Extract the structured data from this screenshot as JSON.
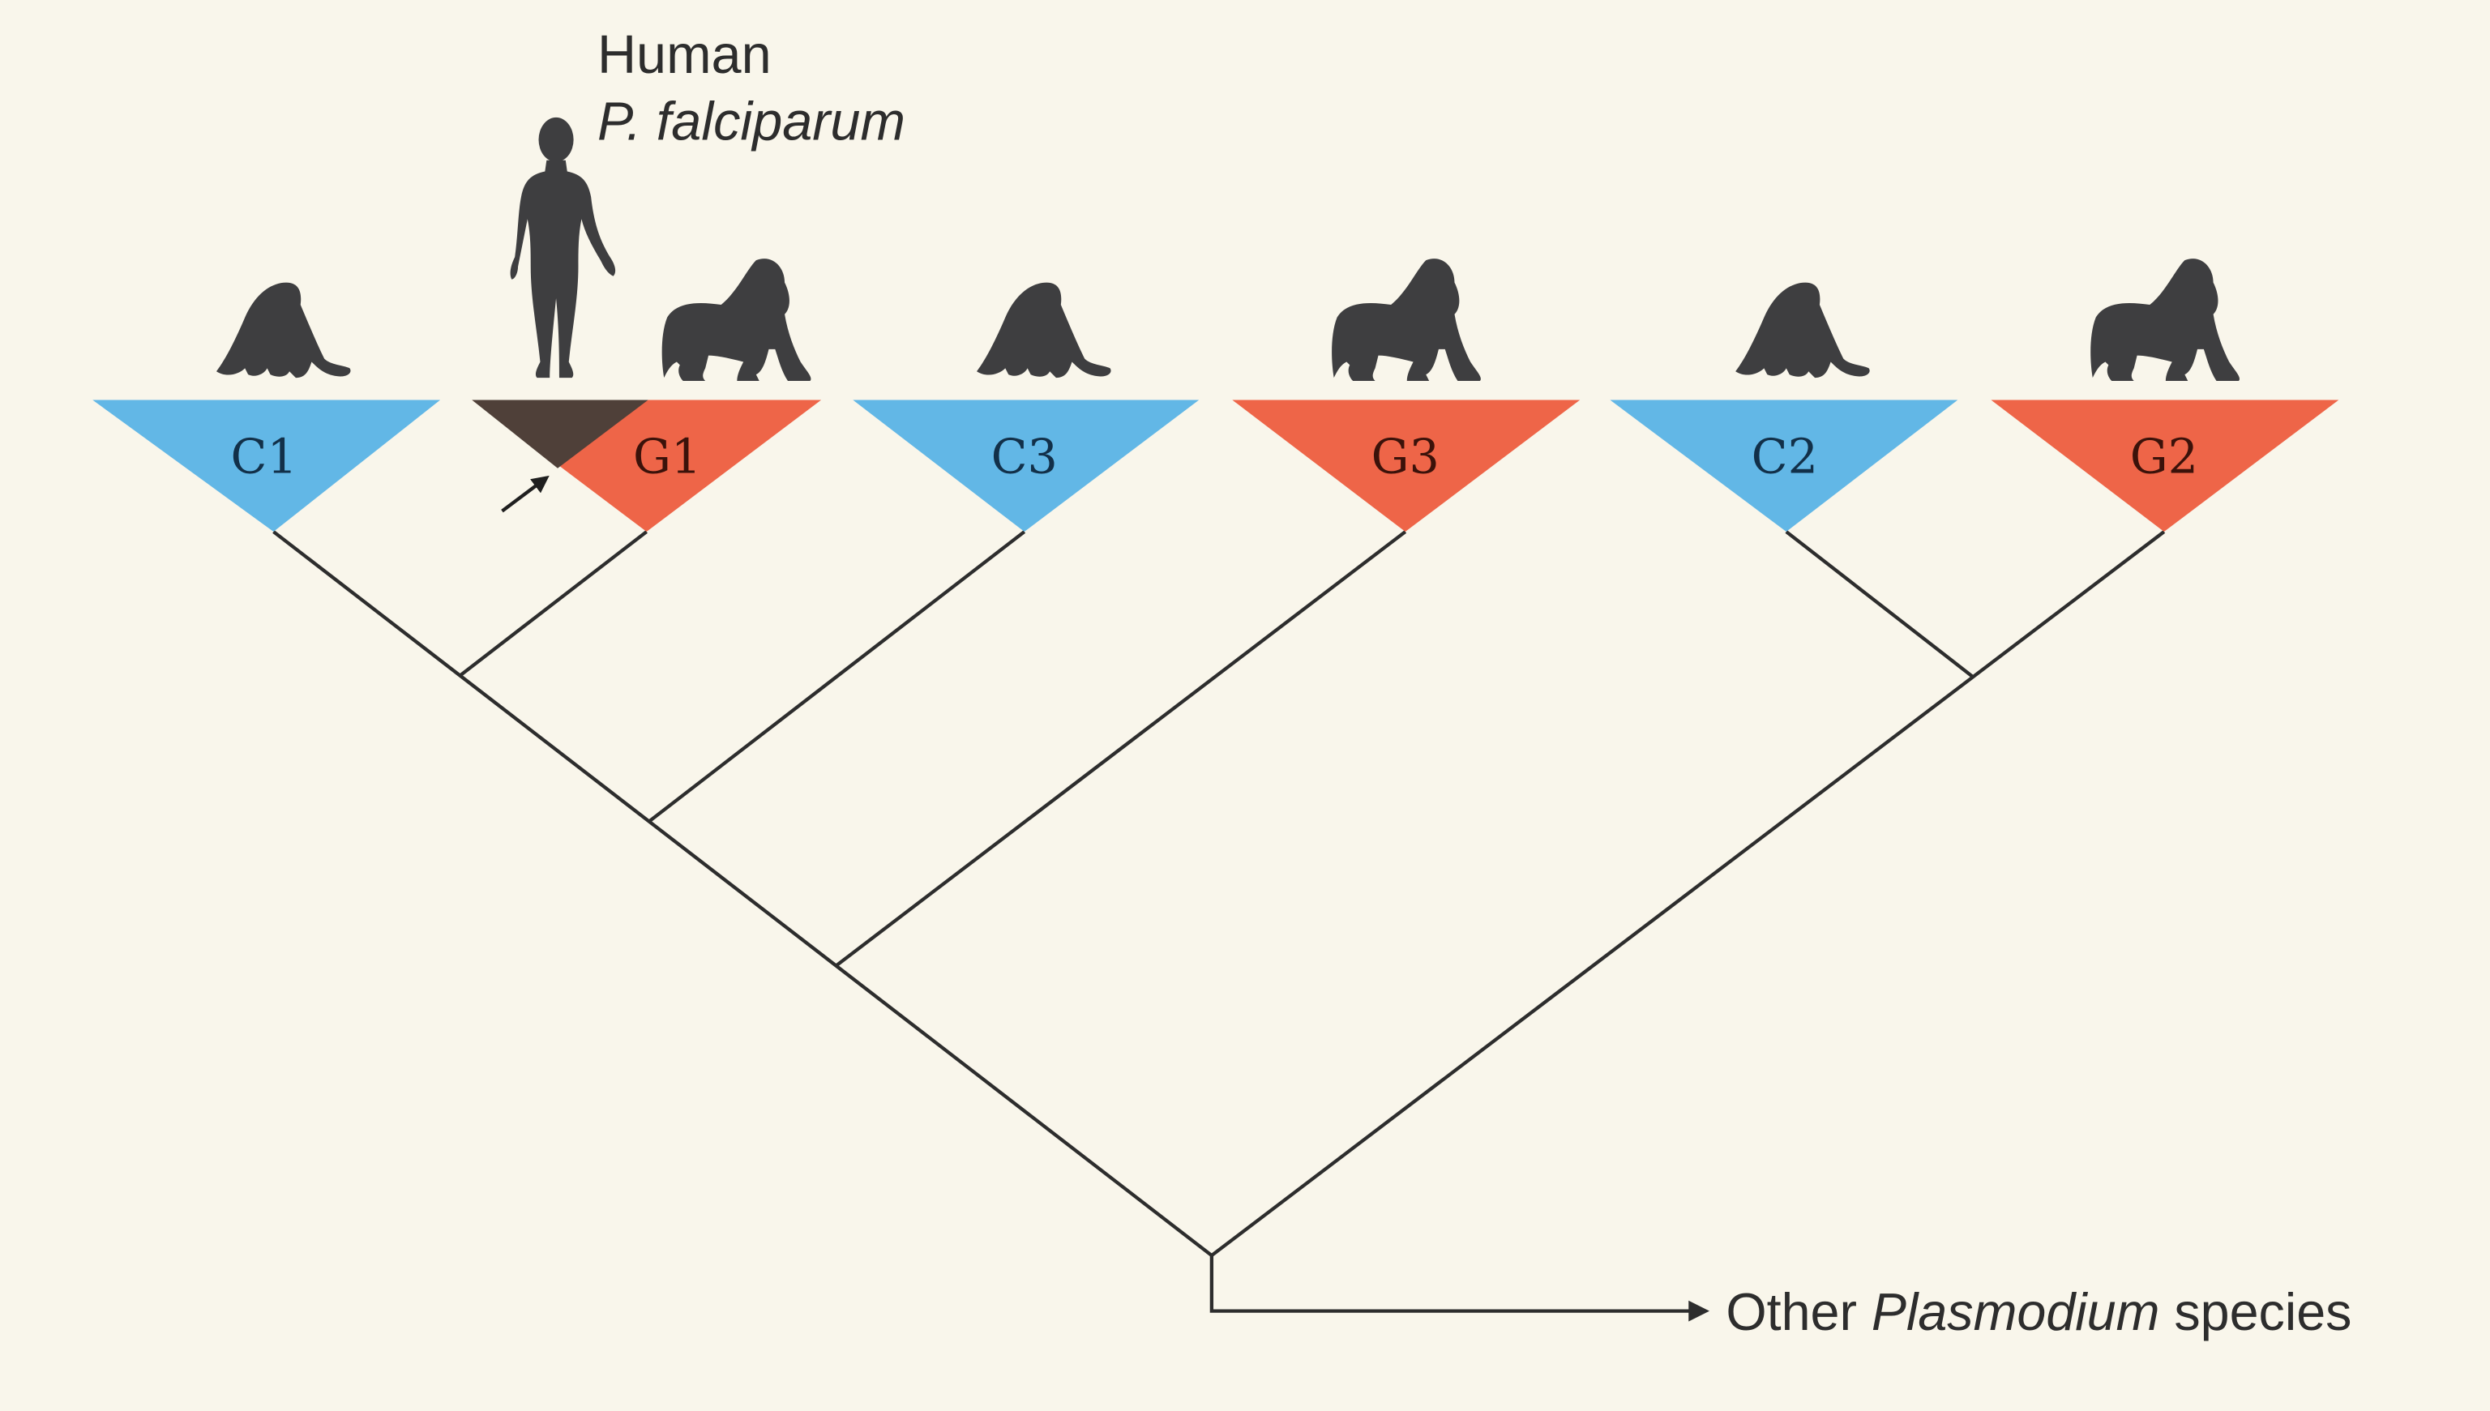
{
  "diagram": {
    "type": "phylogenetic-tree",
    "colors": {
      "background": "#F9F6EB",
      "chimpanzee_clade": "#62B7E6",
      "gorilla_clade": "#EE6548",
      "human_clade": "#4F4039",
      "silhouette": "#3E3E40",
      "branch": "#2D2D2D"
    },
    "human_label": {
      "line1": "Human",
      "line2": "P. falciparum"
    },
    "clades": [
      {
        "id": "C1",
        "label": "C1",
        "host": "chimpanzee",
        "color": "#62B7E6",
        "icon": "chimpanzee-icon"
      },
      {
        "id": "G1",
        "label": "G1",
        "host": "gorilla",
        "color": "#EE6548",
        "icon": "gorilla-icon",
        "contains_human": true,
        "extra_icon": "human-icon"
      },
      {
        "id": "C3",
        "label": "C3",
        "host": "chimpanzee",
        "color": "#62B7E6",
        "icon": "chimpanzee-icon"
      },
      {
        "id": "G3",
        "label": "G3",
        "host": "gorilla",
        "color": "#EE6548",
        "icon": "gorilla-icon"
      },
      {
        "id": "C2",
        "label": "C2",
        "host": "chimpanzee",
        "color": "#62B7E6",
        "icon": "chimpanzee-icon"
      },
      {
        "id": "G2",
        "label": "G2",
        "host": "gorilla",
        "color": "#EE6548",
        "icon": "gorilla-icon"
      }
    ],
    "topology": "((((C1,G1),C3),G3),(C2,G2)) -> Other Plasmodium species",
    "outgroup": {
      "prefix": "Other ",
      "italic": "Plasmodium",
      "suffix": " species"
    }
  }
}
